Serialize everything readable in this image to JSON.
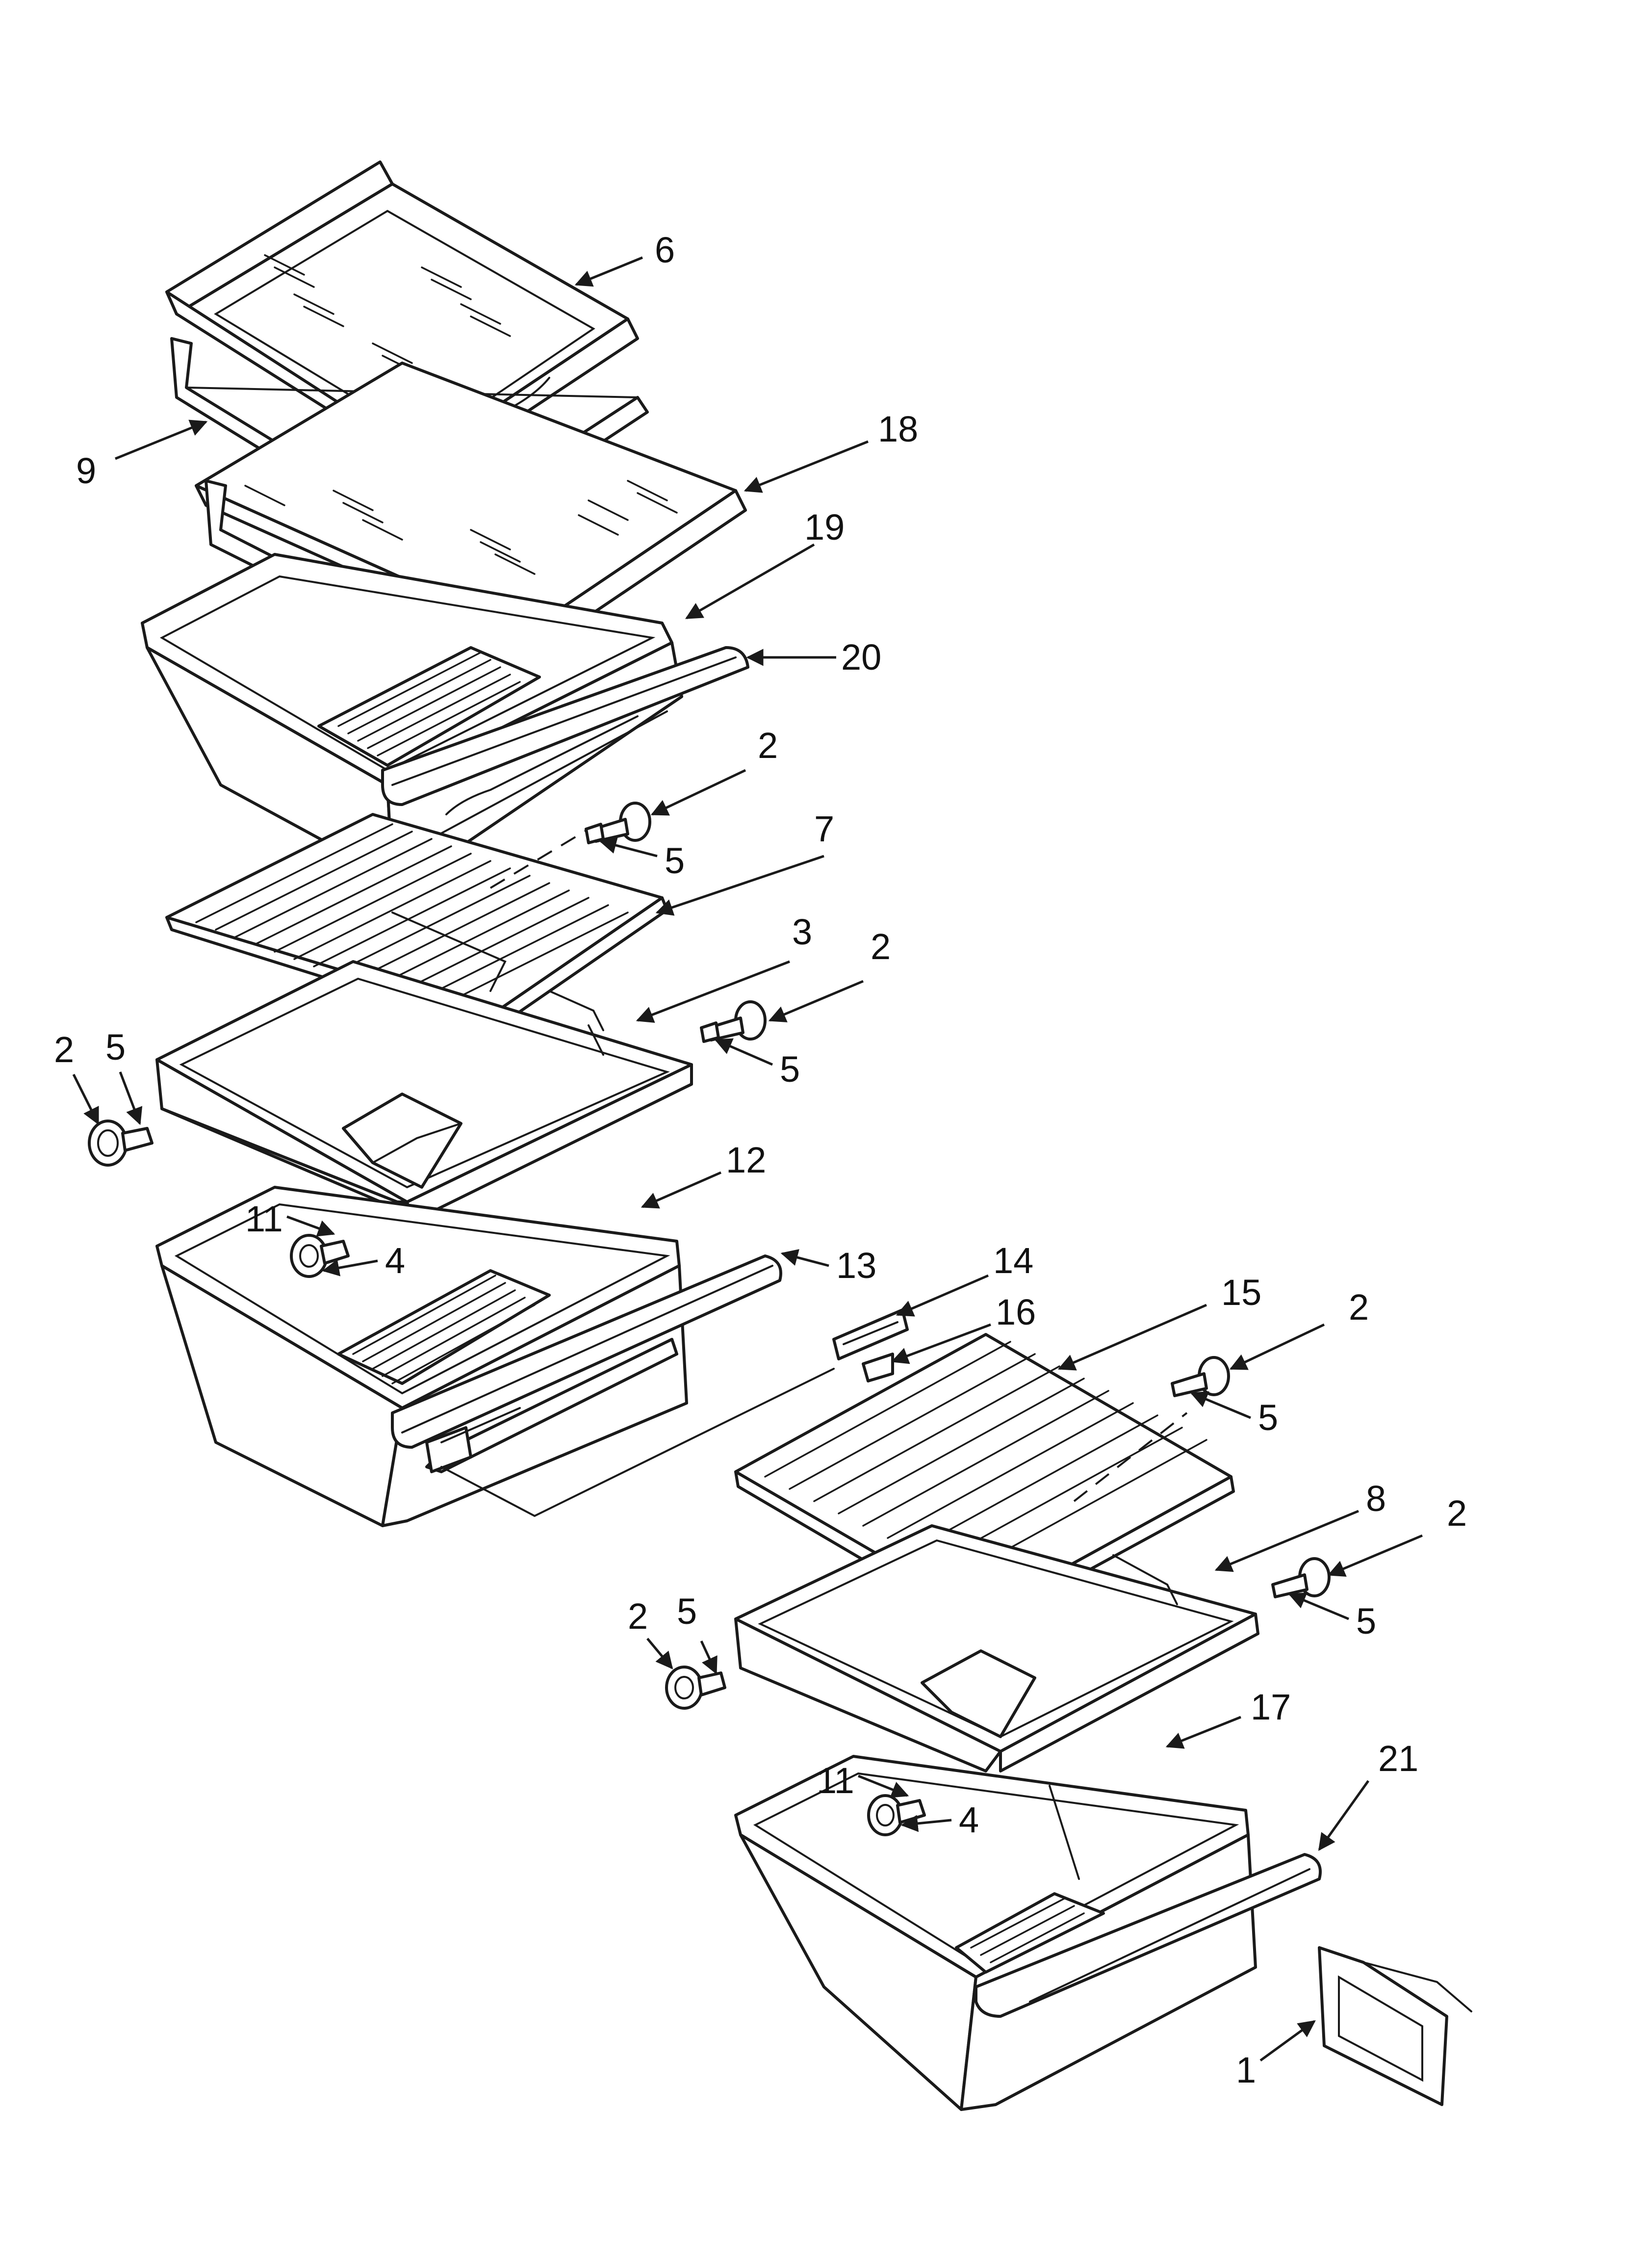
{
  "diagram": {
    "style": "exploded parts view, black line art on white",
    "callouts": [
      "6",
      "9",
      "18",
      "19",
      "20",
      "2",
      "5",
      "7",
      "3",
      "2",
      "5",
      "2",
      "5",
      "12",
      "11",
      "4",
      "13",
      "14",
      "16",
      "15",
      "2",
      "5",
      "8",
      "2",
      "5",
      "2",
      "5",
      "17",
      "11",
      "4",
      "21",
      "1"
    ]
  }
}
